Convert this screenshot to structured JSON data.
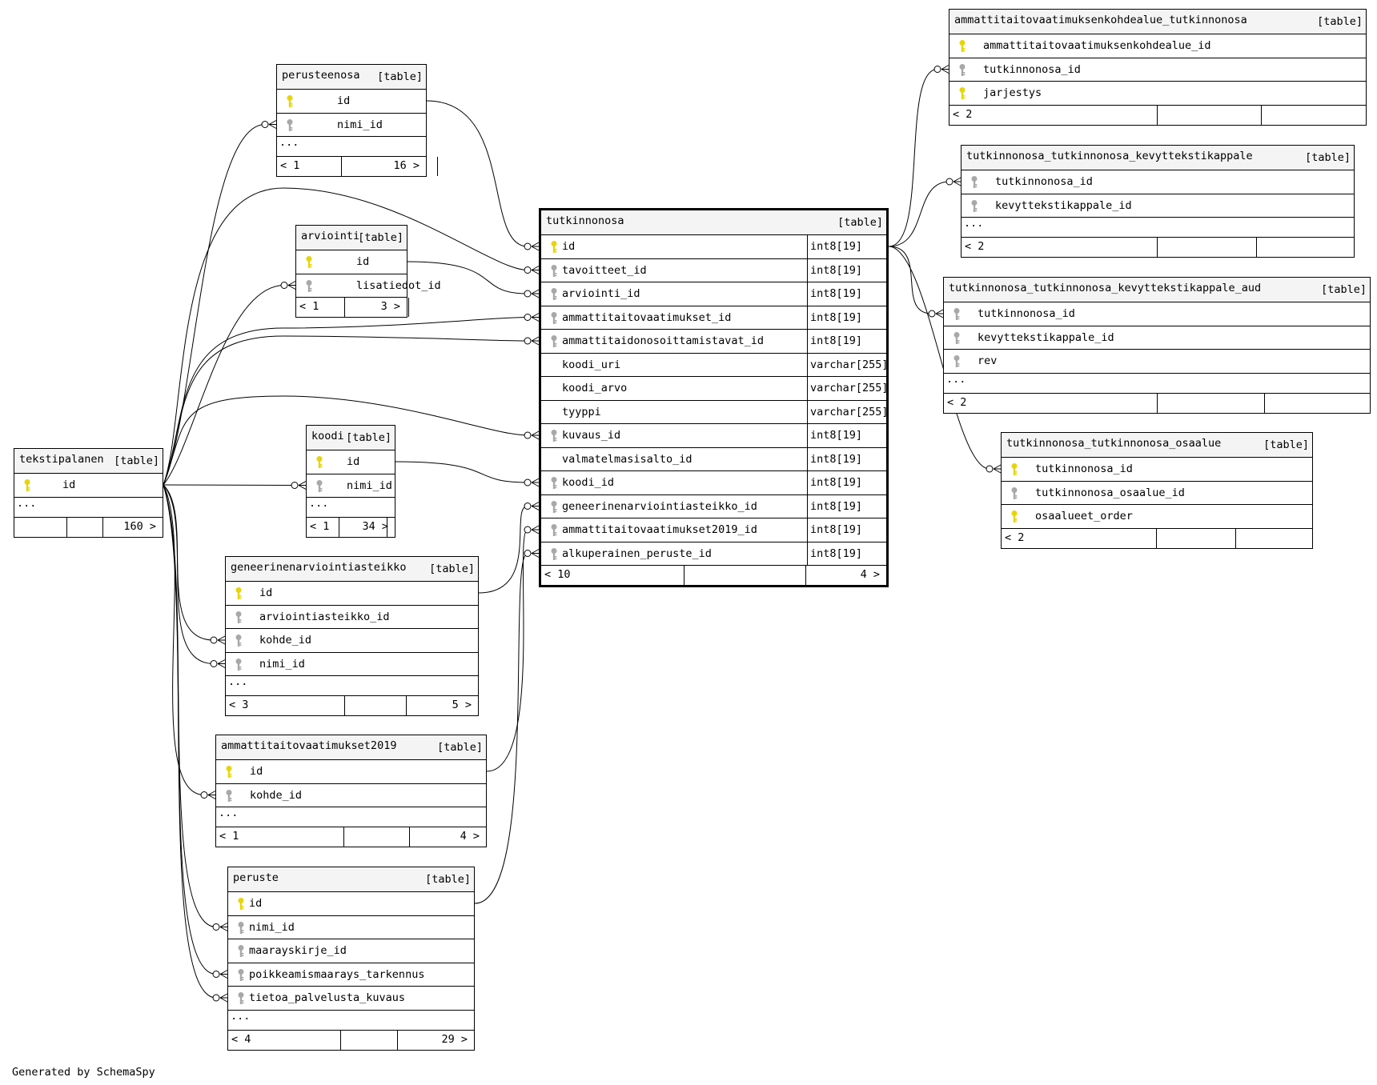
{
  "diagram": {
    "generator_note": "Generated by SchemaSpy",
    "colors": {
      "primary_key": "#e8d40b",
      "foreign_key": "#a8a8a8",
      "header_bg": "#f4f4f4",
      "line": "#000000"
    },
    "tables": {
      "perusteenosa": {
        "name": "perusteenosa",
        "type": "[table]",
        "columns": [
          {
            "name": "id",
            "key": "pk"
          },
          {
            "name": "nimi_id",
            "key": "fk"
          }
        ],
        "more": "...",
        "nav": {
          "left": "< 1",
          "right": "16 >"
        }
      },
      "arviointi": {
        "name": "arviointi",
        "type": "[table]",
        "columns": [
          {
            "name": "id",
            "key": "pk"
          },
          {
            "name": "lisatiedot_id",
            "key": "fk"
          }
        ],
        "nav": {
          "left": "< 1",
          "right": "3 >"
        }
      },
      "koodi": {
        "name": "koodi",
        "type": "[table]",
        "columns": [
          {
            "name": "id",
            "key": "pk"
          },
          {
            "name": "nimi_id",
            "key": "fk"
          }
        ],
        "more": "...",
        "nav": {
          "left": "< 1",
          "right": "34 >"
        }
      },
      "tekstipalanen": {
        "name": "tekstipalanen",
        "type": "[table]",
        "columns": [
          {
            "name": "id",
            "key": "pk"
          }
        ],
        "more": "...",
        "nav": {
          "left": "",
          "right": "160 >"
        }
      },
      "geneerinen": {
        "name": "geneerinenarviointiasteikko",
        "type": "[table]",
        "columns": [
          {
            "name": "id",
            "key": "pk"
          },
          {
            "name": "arviointiasteikko_id",
            "key": "fk"
          },
          {
            "name": "kohde_id",
            "key": "fk"
          },
          {
            "name": "nimi_id",
            "key": "fk"
          }
        ],
        "more": "...",
        "nav": {
          "left": "< 3",
          "right": "5 >"
        }
      },
      "amm2019": {
        "name": "ammattitaitovaatimukset2019",
        "type": "[table]",
        "columns": [
          {
            "name": "id",
            "key": "pk"
          },
          {
            "name": "kohde_id",
            "key": "fk"
          }
        ],
        "more": "...",
        "nav": {
          "left": "< 1",
          "right": "4 >"
        }
      },
      "peruste": {
        "name": "peruste",
        "type": "[table]",
        "columns": [
          {
            "name": "id",
            "key": "pk"
          },
          {
            "name": "nimi_id",
            "key": "fk"
          },
          {
            "name": "maarayskirje_id",
            "key": "fk"
          },
          {
            "name": "poikkeamismaarays_tarkennus",
            "key": "fk"
          },
          {
            "name": "tietoa_palvelusta_kuvaus",
            "key": "fk"
          }
        ],
        "more": "...",
        "nav": {
          "left": "< 4",
          "right": "29 >"
        }
      },
      "tutkinnonosa": {
        "name": "tutkinnonosa",
        "type": "[table]",
        "columns": [
          {
            "name": "id",
            "key": "pk",
            "type": "int8[19]"
          },
          {
            "name": "tavoitteet_id",
            "key": "fk",
            "type": "int8[19]"
          },
          {
            "name": "arviointi_id",
            "key": "fk",
            "type": "int8[19]"
          },
          {
            "name": "ammattitaitovaatimukset_id",
            "key": "fk",
            "type": "int8[19]"
          },
          {
            "name": "ammattitaidonosoittamistavat_id",
            "key": "fk",
            "type": "int8[19]"
          },
          {
            "name": "koodi_uri",
            "key": "none",
            "type": "varchar[255]"
          },
          {
            "name": "koodi_arvo",
            "key": "none",
            "type": "varchar[255]"
          },
          {
            "name": "tyyppi",
            "key": "none",
            "type": "varchar[255]"
          },
          {
            "name": "kuvaus_id",
            "key": "fk",
            "type": "int8[19]"
          },
          {
            "name": "valmatelmasisalto_id",
            "key": "none",
            "type": "int8[19]"
          },
          {
            "name": "koodi_id",
            "key": "fk",
            "type": "int8[19]"
          },
          {
            "name": "geneerinenarviointiasteikko_id",
            "key": "fk",
            "type": "int8[19]"
          },
          {
            "name": "ammattitaitovaatimukset2019_id",
            "key": "fk",
            "type": "int8[19]"
          },
          {
            "name": "alkuperainen_peruste_id",
            "key": "fk",
            "type": "int8[19]"
          }
        ],
        "nav": {
          "left": "< 10",
          "right": "4 >"
        }
      },
      "akt": {
        "name": "ammattitaitovaatimuksenkohdealue_tutkinnonosa",
        "type": "[table]",
        "columns": [
          {
            "name": "ammattitaitovaatimuksenkohdealue_id",
            "key": "pk"
          },
          {
            "name": "tutkinnonosa_id",
            "key": "fk"
          },
          {
            "name": "jarjestys",
            "key": "pk"
          }
        ],
        "nav": {
          "left": "< 2",
          "right": ""
        }
      },
      "ttk": {
        "name": "tutkinnonosa_tutkinnonosa_kevyttekstikappale",
        "type": "[table]",
        "columns": [
          {
            "name": "tutkinnonosa_id",
            "key": "fk"
          },
          {
            "name": "kevyttekstikappale_id",
            "key": "fk"
          }
        ],
        "more": "...",
        "nav": {
          "left": "< 2",
          "right": ""
        }
      },
      "ttka": {
        "name": "tutkinnonosa_tutkinnonosa_kevyttekstikappale_aud",
        "type": "[table]",
        "columns": [
          {
            "name": "tutkinnonosa_id",
            "key": "fk"
          },
          {
            "name": "kevyttekstikappale_id",
            "key": "fk"
          },
          {
            "name": "rev",
            "key": "fk"
          }
        ],
        "more": "...",
        "nav": {
          "left": "< 2",
          "right": ""
        }
      },
      "tto": {
        "name": "tutkinnonosa_tutkinnonosa_osaalue",
        "type": "[table]",
        "columns": [
          {
            "name": "tutkinnonosa_id",
            "key": "pk"
          },
          {
            "name": "tutkinnonosa_osaalue_id",
            "key": "fk"
          },
          {
            "name": "osaalueet_order",
            "key": "pk"
          }
        ],
        "nav": {
          "left": "< 2",
          "right": ""
        }
      }
    }
  }
}
